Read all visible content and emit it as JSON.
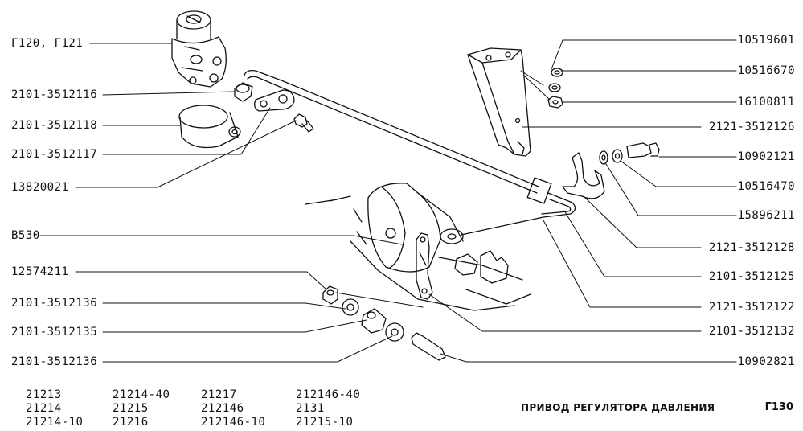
{
  "labels_left": [
    "Г120, Г121",
    "2101-3512116",
    "2101-3512118",
    "2101-3512117",
    "13820021",
    "B530",
    "12574211",
    "2101-3512136",
    "2101-3512135",
    "2101-3512136"
  ],
  "labels_right": [
    "10519601",
    "10516670",
    "16100811",
    "2121-3512126",
    "10902121",
    "10516470",
    "15896211",
    "2121-3512128",
    "2101-3512125",
    "2121-3512122",
    "2101-3512132",
    "10902821"
  ],
  "footer": {
    "models": [
      [
        "21213",
        "21214",
        "21214-10"
      ],
      [
        "21214-40",
        "21215",
        "21216"
      ],
      [
        "21217",
        "212146",
        "212146-10"
      ],
      [
        "212146-40",
        "2131",
        "21215-10"
      ]
    ],
    "title": "ПРИВОД РЕГУЛЯТОРА ДАВЛЕНИЯ",
    "page": "Г130"
  }
}
